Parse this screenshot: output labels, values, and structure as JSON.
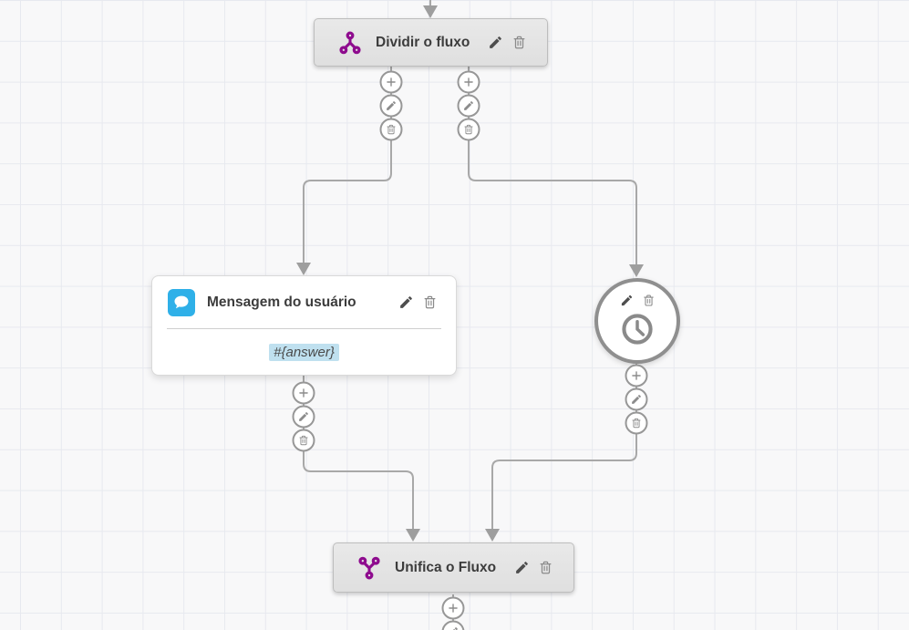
{
  "canvas": {
    "background_color": "#f8f8f9",
    "grid_line_color": "#e7e9ef"
  },
  "colors": {
    "node_fill": "#e4e4e4",
    "node_border": "#bdbdbd",
    "accent_purple": "#8e0b8e",
    "message_blue": "#2fb0e8",
    "variable_highlight": "#bfe0ef",
    "connector_gray": "#a8a8a8"
  },
  "icons": {
    "split": "split-icon",
    "merge": "merge-icon",
    "user_message": "chat-bubble-icon",
    "wait": "clock-icon",
    "edit": "pencil-icon",
    "delete": "trash-icon",
    "add": "plus-icon"
  },
  "nodes": {
    "split": {
      "title": "Dividir o fluxo"
    },
    "user_message": {
      "title": "Mensagem do usuário",
      "body": "#{answer}"
    },
    "wait": {
      "icon": "clock-icon"
    },
    "merge": {
      "title": "Unifica o Fluxo"
    }
  }
}
